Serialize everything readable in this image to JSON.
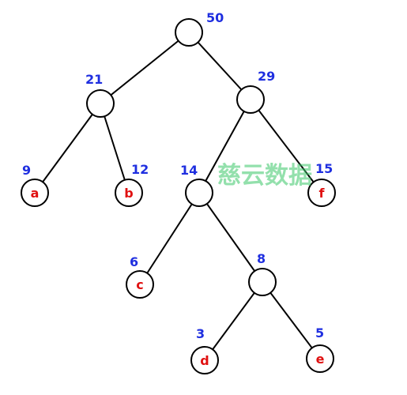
{
  "colors": {
    "weight": "#1f2fe0",
    "leaf_label": "#e01010",
    "watermark": "#3cc86a"
  },
  "watermark_text": "慈云数据",
  "tree": {
    "nodes": [
      {
        "id": "n50",
        "weight": "50",
        "label": ""
      },
      {
        "id": "n21",
        "weight": "21",
        "label": ""
      },
      {
        "id": "n29",
        "weight": "29",
        "label": ""
      },
      {
        "id": "a",
        "weight": "9",
        "label": "a"
      },
      {
        "id": "b",
        "weight": "12",
        "label": "b"
      },
      {
        "id": "n14",
        "weight": "14",
        "label": ""
      },
      {
        "id": "f",
        "weight": "15",
        "label": "f"
      },
      {
        "id": "c",
        "weight": "6",
        "label": "c"
      },
      {
        "id": "n8",
        "weight": "8",
        "label": ""
      },
      {
        "id": "d",
        "weight": "3",
        "label": "d"
      },
      {
        "id": "e",
        "weight": "5",
        "label": "e"
      }
    ],
    "edges": [
      [
        "n50",
        "n21"
      ],
      [
        "n50",
        "n29"
      ],
      [
        "n21",
        "a"
      ],
      [
        "n21",
        "b"
      ],
      [
        "n29",
        "n14"
      ],
      [
        "n29",
        "f"
      ],
      [
        "n14",
        "c"
      ],
      [
        "n14",
        "n8"
      ],
      [
        "n8",
        "d"
      ],
      [
        "n8",
        "e"
      ]
    ]
  }
}
